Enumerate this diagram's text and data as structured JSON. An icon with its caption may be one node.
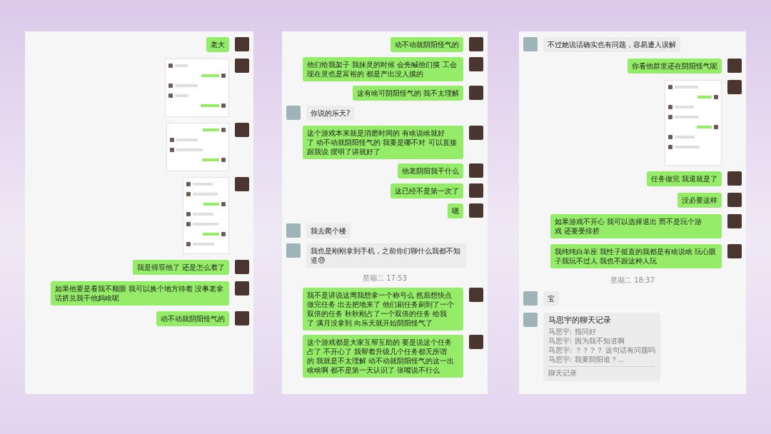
{
  "diagram": {
    "nodes": [
      {
        "text": [
          "老大"
        ]
      },
      {
        "text": [
          "我是得罪他了 还是怎么着了"
        ]
      },
      {
        "text": [
          "如果他要是看我不顺眼 我可以换个地方待着 没事老拿话挤兑我干他妈啥呢"
        ]
      },
      {
        "text": [
          "动不动就阴阳怪气的"
        ]
      },
      {
        "text": [
          "动不动就阴阳怪气的"
        ]
      },
      {
        "text": [
          "他们给我架子 我抹灵的时候 会先喊他们摸 工会现在灵也是富裕的 都是产出没人摸的"
        ]
      },
      {
        "text": [
          "这有啥可阴阳怪气的 我不太理解"
        ]
      },
      {
        "text": [
          "你说的乐天?"
        ]
      },
      {
        "text": [
          "这个游戏本来就是消磨时间的 有啥说啥就好了 动不动就阴阳怪气的 我要是哪不对 可以直接跟我说 摆明了讲就好了"
        ]
      },
      {
        "text": [
          "他老阴阳我干什么"
        ]
      },
      {
        "text": [
          "这已经不是第一次了"
        ]
      },
      {
        "text": [
          "嗯"
        ]
      },
      {
        "text": [
          "我去爬个楼"
        ]
      },
      {
        "text": [
          "我也是刚刚拿到手机，之前你们聊什么我都不知道😓"
        ]
      },
      {
        "text": [
          "我不是讲说这周我想拿一个称号么 然后想快点做完任务 出去把地来了 他们刷任务刷到了一个双倍的任务 秋秋刚占了一个双倍的任务 给我了 满月没拿到 向乐天就开始阴阳怪气了"
        ]
      },
      {
        "text": [
          "这个游戏都是大家互帮互助的 要是说这个任务占了 不开心了 我帮着升级几个任务都无所谓的 我就是不太理解 动不动就阴阳怪气的这一出啥啥啊 都不是第一天认识了 张嘴说不行么"
        ]
      },
      {
        "text": [
          "不过她说话确实也有问题，容易遭人误解"
        ]
      },
      {
        "text": [
          "你看他群里还在阴阳怪气呢"
        ]
      },
      {
        "text": [
          "任务做完 我退就是了"
        ]
      },
      {
        "text": [
          "没必要这样"
        ]
      },
      {
        "text": [
          "如果游戏不开心 我可以选择退出 而不是玩个游戏 还要受排挤"
        ]
      },
      {
        "text": [
          "我纯纯白羊座 我性子挺直的我都是有啥说啥 玩心眼子我玩不过人 我也不跟这种人玩"
        ]
      },
      {
        "text": [
          "宝"
        ]
      },
      {
        "text": [
          "马思宇的聊天记录",
          "马思宇: 指问好",
          "马思宇: 因为我不知道啊",
          "马思宇: ？？？？ 这句话有问题吗",
          "马思宇: 我要阴阳谁？...",
          "聊天记录"
        ]
      }
    ],
    "labels": [
      "星期二 17:53",
      "星期二 18:37"
    ]
  }
}
